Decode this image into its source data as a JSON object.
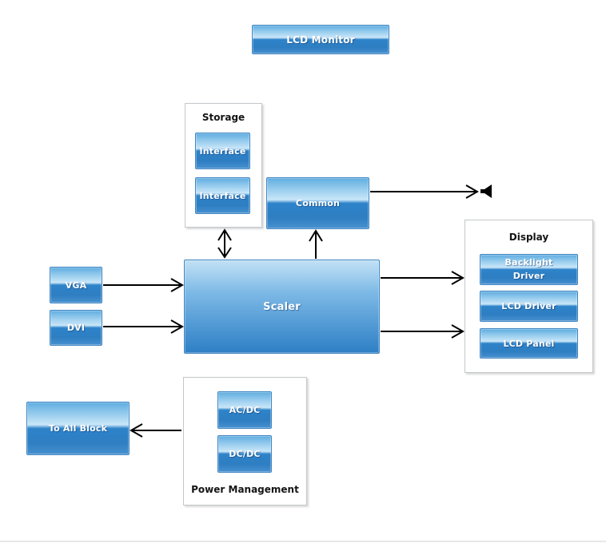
{
  "diagram": {
    "title_block": {
      "label": "LCD Monitor"
    },
    "blocks": {
      "vga": {
        "label": "VGA"
      },
      "dvi": {
        "label": "DVI"
      },
      "scaler": {
        "label": "Scaler"
      },
      "common": {
        "label": "Common"
      },
      "to_all_block": {
        "label": "To All Block"
      }
    },
    "groups": {
      "storage": {
        "label": "Storage",
        "blocks": [
          {
            "label": "Interface"
          },
          {
            "label": "Interface"
          }
        ]
      },
      "display": {
        "label": "Display",
        "blocks": [
          {
            "label": "Backlight Driver"
          },
          {
            "label": "LCD Driver"
          },
          {
            "label": "LCD Panel"
          }
        ]
      },
      "power": {
        "label": "Power Management",
        "blocks": [
          {
            "label": "AC/DC"
          },
          {
            "label": "DC/DC"
          }
        ]
      }
    },
    "icons": {
      "speaker": "speaker-icon"
    },
    "colors": {
      "block_gradient_top": "#5fade0",
      "block_gradient_light": "#c9e6f8",
      "block_gradient_dark": "#2e82c8",
      "block_border": "#4186c2",
      "group_border": "#c3c7ca",
      "arrow": "#000000",
      "background": "#ffffff",
      "bottom_rule": "#e7e7e7"
    }
  }
}
